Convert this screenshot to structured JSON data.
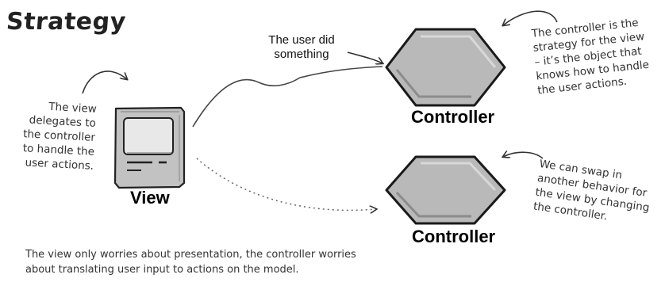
{
  "title": "Strategy",
  "labels": {
    "view": "View",
    "controller_top": "Controller",
    "controller_bottom": "Controller"
  },
  "notes": {
    "user_did": "The user did\nsomething",
    "view_delegates": "The view\ndelegates to\nthe controller\nto handle the\nuser actions.",
    "controller_strategy": "The controller is the\nstrategy for the view\n– it’s the object that\nknows how to handle\nthe user actions.",
    "swap": "We can swap in\nanother behavior for\nthe view by changing\nthe controller.",
    "bottom": "The view only worries about presentation, the controller worries\nabout translating user input to actions on the model."
  },
  "colors": {
    "controller_fill": "#b9b9b9",
    "view_body": "#c2c2c2",
    "view_screen": "#e8e8e8",
    "ink": "#333333"
  }
}
